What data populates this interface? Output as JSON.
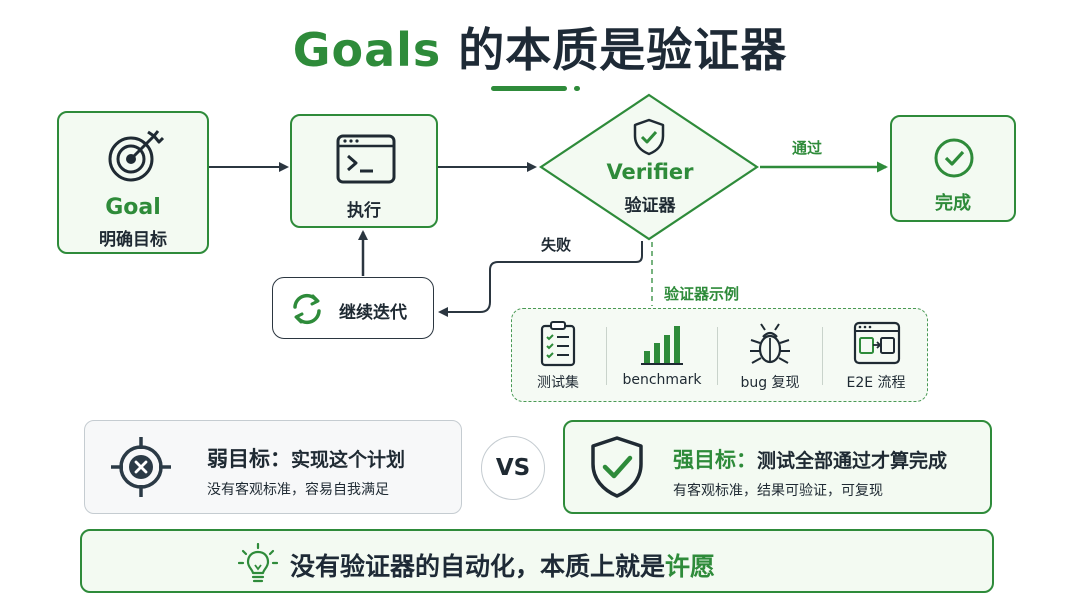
{
  "title": {
    "en": "Goals",
    "zh": " 的本质是验证器"
  },
  "flow": {
    "goal": {
      "en": "Goal",
      "zh": "明确目标",
      "icon": "target-icon"
    },
    "execute": {
      "label": "执行",
      "icon": "terminal-icon"
    },
    "verifier": {
      "en": "Verifier",
      "zh": "验证器",
      "icon": "shield-check-icon"
    },
    "done": {
      "label": "完成",
      "icon": "check-circle-icon"
    },
    "pass_label": "通过",
    "fail_label": "失败",
    "iterate": {
      "label": "继续迭代",
      "icon": "refresh-icon"
    },
    "examples_label": "验证器示例"
  },
  "examples": [
    {
      "label": "测试集",
      "icon": "checklist-icon"
    },
    {
      "label": "benchmark",
      "icon": "bar-chart-icon"
    },
    {
      "label": "bug 复现",
      "icon": "bug-icon"
    },
    {
      "label": "E2E 流程",
      "icon": "flow-window-icon"
    }
  ],
  "weak": {
    "head": "弱目标：",
    "text": "实现这个计划",
    "sub": "没有客观标准，容易自我满足",
    "icon": "crosshair-x-icon"
  },
  "vs": "VS",
  "strong": {
    "head": "强目标：",
    "text": "测试全部通过才算完成",
    "sub": "有客观标准，结果可验证，可复现",
    "icon": "shield-check-icon"
  },
  "bottom": {
    "text": "没有验证器的自动化，本质上就是",
    "highlight": "许愿",
    "icon": "lightbulb-icon"
  },
  "colors": {
    "accent": "#2e8b3a",
    "dark": "#1f2a33",
    "tint": "#f3faf2"
  }
}
